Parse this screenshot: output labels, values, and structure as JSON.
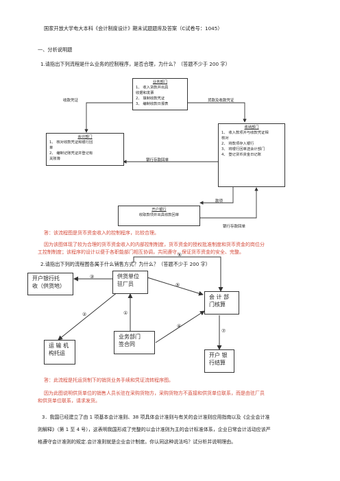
{
  "title": "国家开放大学电大本科《会计制度设计》期末试题题库及答案（C试卷号：1045）",
  "section_heading": "一、分析说明题",
  "q1": {
    "question": "1.请指出下列流程是什么业务的控制程序，是否合理，为什么？（答题不少于 200 字）",
    "diagram": {
      "business_dept": {
        "title": "业务部门",
        "lines": [
          "1、 收入货款并出具",
          "收据和发票",
          "2、 填制收款凭证",
          "3、 编制收款日报表"
        ]
      },
      "accounting_dept": {
        "title": "会计部门",
        "lines": [
          "1、 核对收款凭证和银行回",
          "单",
          "2、 编制记账凭证并登记有",
          "关账簿"
        ]
      },
      "cashier_dept": {
        "title": "收纳部门",
        "lines": [
          "1、 收入款项并与收款凭证相",
          "核对",
          "2、 将款项存入银行",
          "3、 将银行回单送会计部门",
          "4、 登记货币资金日记账"
        ]
      },
      "bank": {
        "title": "开户银行",
        "lines": [
          "收取款项并出具收款回单"
        ]
      },
      "labels": {
        "receipt_voucher": "收款凭证",
        "payment_voucher": "货款及收款凭证",
        "bank_slip": "银行存款回单",
        "funds": "款项",
        "bank_slip_2": "银行存款回单"
      }
    },
    "answer": "答：该流程图是货币资金收入的控制程序，比较合理。",
    "explanation": [
      "因为该图体现了较为合理的货币资金收入的内部控制制度，货币资金的授权批准制度和货币资金的岗位分",
      "工控制制度；该程序的设计以便于各职能部门相互协调，共同遵守，保证货币资金的安全、完整。"
    ]
  },
  "q2": {
    "question": "2.请指出下列的流程图各属于什么销售方式？为什么？（答题不少于 200 字）",
    "diagram": {
      "supplier_rep": [
        "供货单位",
        "驻厂员"
      ],
      "bank_collect": [
        "开户银行托",
        "收（供货地）"
      ],
      "accounting": [
        "会 计 部",
        "门核算"
      ],
      "transport": [
        "运 输 机",
        "构托运"
      ],
      "sales_dept": [
        "业务部门",
        "签合同"
      ],
      "bank_settle": [
        "开户 银",
        "行结算"
      ],
      "steps": [
        "①",
        "②",
        "③",
        "④",
        "⑤",
        "⑥",
        "⑦"
      ]
    },
    "answer": "答：此流程是托运货制下的销货业务手续和凭证流转程序图。",
    "explanation": [
      "因为此图说明供货单位的销售人员长驻在采购货物方，采购货物方不直接和供货单位联系，而是由驻厂员",
      "和供货单位联系，请求发货。"
    ]
  },
  "q3": {
    "lines": [
      "3．我国已经建立了由 1 项基本会计准则、38 项具体会计准则与有关的会计准则应用指南以及《企业会计准",
      "则解释》（第 1 至 4 号），这表明我国形成了完整的以会计准则为主的会计标准体系，企业日常会计活动应该严",
      "格遵守会计准则的规定.会计准则就是企业会计制度。你认同这种说法吗？试分析并说明理由。"
    ]
  }
}
